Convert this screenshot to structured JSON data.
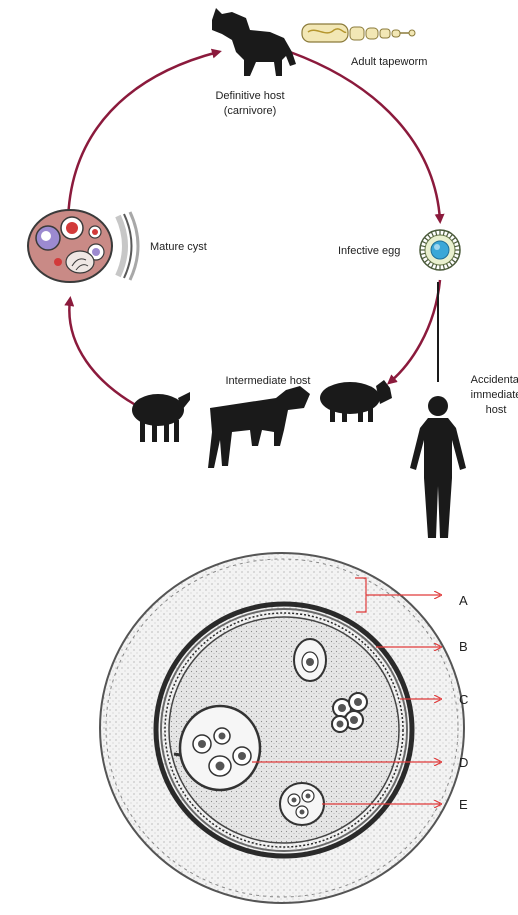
{
  "lifecycle": {
    "labels": {
      "definitive_host": "Definitive host",
      "carnivore": "(carnivore)",
      "adult_tapeworm": "Adult tapeworm",
      "infective_egg": "Infective egg",
      "mature_cyst": "Mature cyst",
      "intermediate_host": "Intermediate host",
      "accidental_line1": "Accidental",
      "accidental_line2": "immediate",
      "accidental_line3": "host"
    }
  },
  "cyst_section": {
    "markers": [
      "A",
      "B",
      "C",
      "D",
      "E"
    ]
  },
  "colors": {
    "arrow": "#8b1a3c",
    "pointer": "#e03a3a",
    "silhouette": "#1a1a1a",
    "egg_core": "#3aa7d8"
  }
}
